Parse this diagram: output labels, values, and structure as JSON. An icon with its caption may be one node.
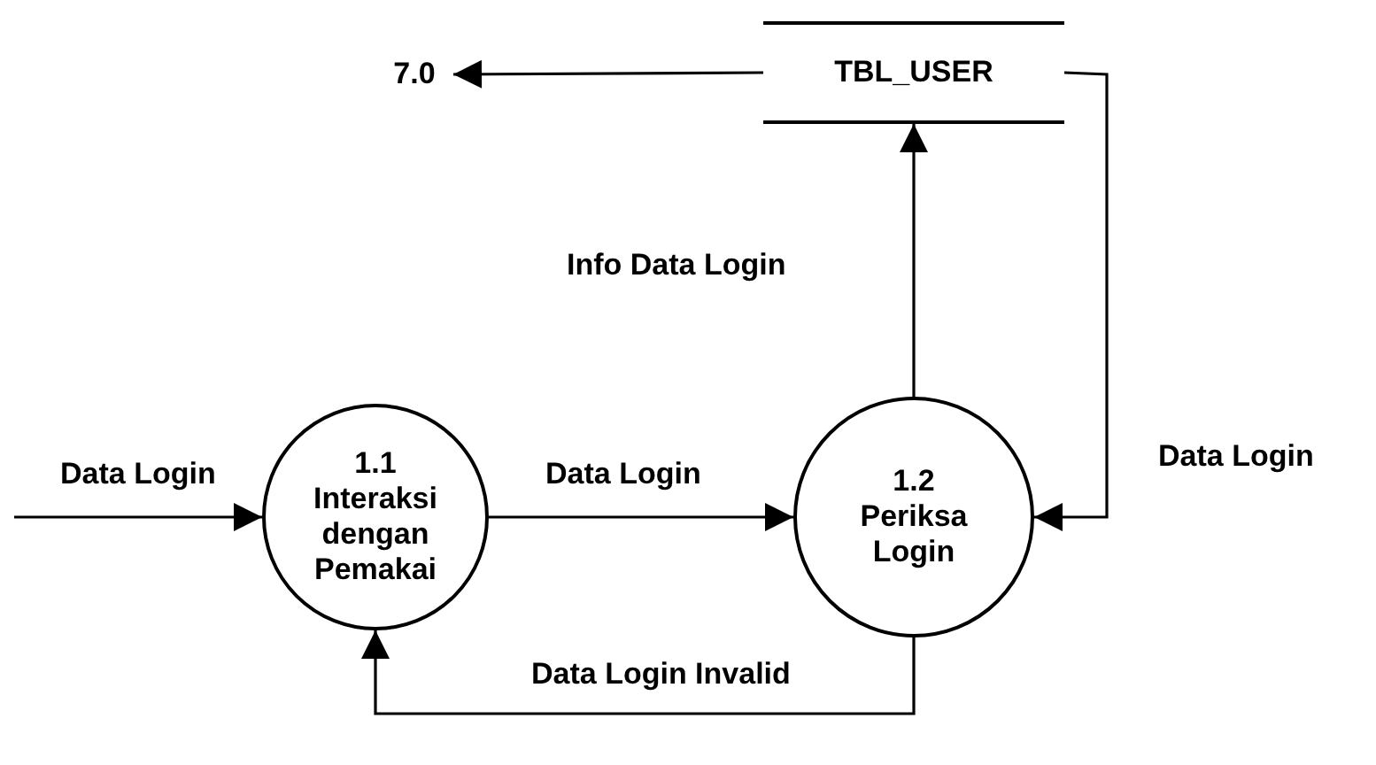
{
  "diagram": {
    "nodes": [
      {
        "text": [
          "7.0"
        ]
      },
      {
        "text": [
          "TBL_USER"
        ]
      },
      {
        "text": [
          "1.1",
          "Interaksi dengan Pemakai"
        ]
      },
      {
        "text": [
          "1.2",
          "Periksa Login"
        ]
      }
    ],
    "edges": [
      {
        "from": 1,
        "to": 0,
        "arrow": "to"
      },
      {
        "from": null,
        "to": 2,
        "arrow": "to",
        "label": "Data Login"
      },
      {
        "from": 2,
        "to": 3,
        "arrow": "to",
        "label": "Data Login"
      },
      {
        "from": 3,
        "to": 1,
        "arrow": "to",
        "label": "Info Data Login"
      },
      {
        "from": 1,
        "to": 3,
        "arrow": "to",
        "label": "Data Login"
      },
      {
        "from": 3,
        "to": 2,
        "arrow": "to",
        "label": "Data Login Invalid"
      }
    ]
  }
}
